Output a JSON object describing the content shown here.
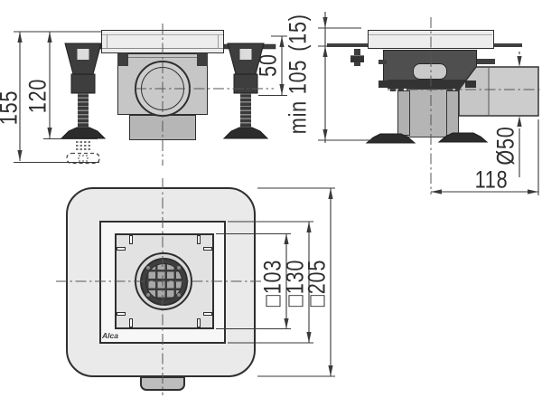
{
  "views": {
    "front": {
      "overall_height": "155",
      "body_height": "120",
      "collar_height": "50"
    },
    "side": {
      "depth": "min 105",
      "depth_alt": "(15)",
      "outlet_diameter": "Ø50",
      "outlet_offset": "118"
    },
    "plan": {
      "grate_size": "□103",
      "frame_size": "□130",
      "flange_size": "□205",
      "brand": "Alca"
    }
  },
  "colors": {
    "bg": "#ffffff",
    "line": "#2f2f2f",
    "dim": "#3a3a3a",
    "plate": "#ededed",
    "body_gray": "#c6c6c6",
    "dark": "#4f4f4f",
    "leg": "#363636",
    "plan_outer": "#eaeaea",
    "plan_ring": "#f7f7f7",
    "plan_inner": "#e2e2e2",
    "pipe": "#c6c6c6"
  }
}
